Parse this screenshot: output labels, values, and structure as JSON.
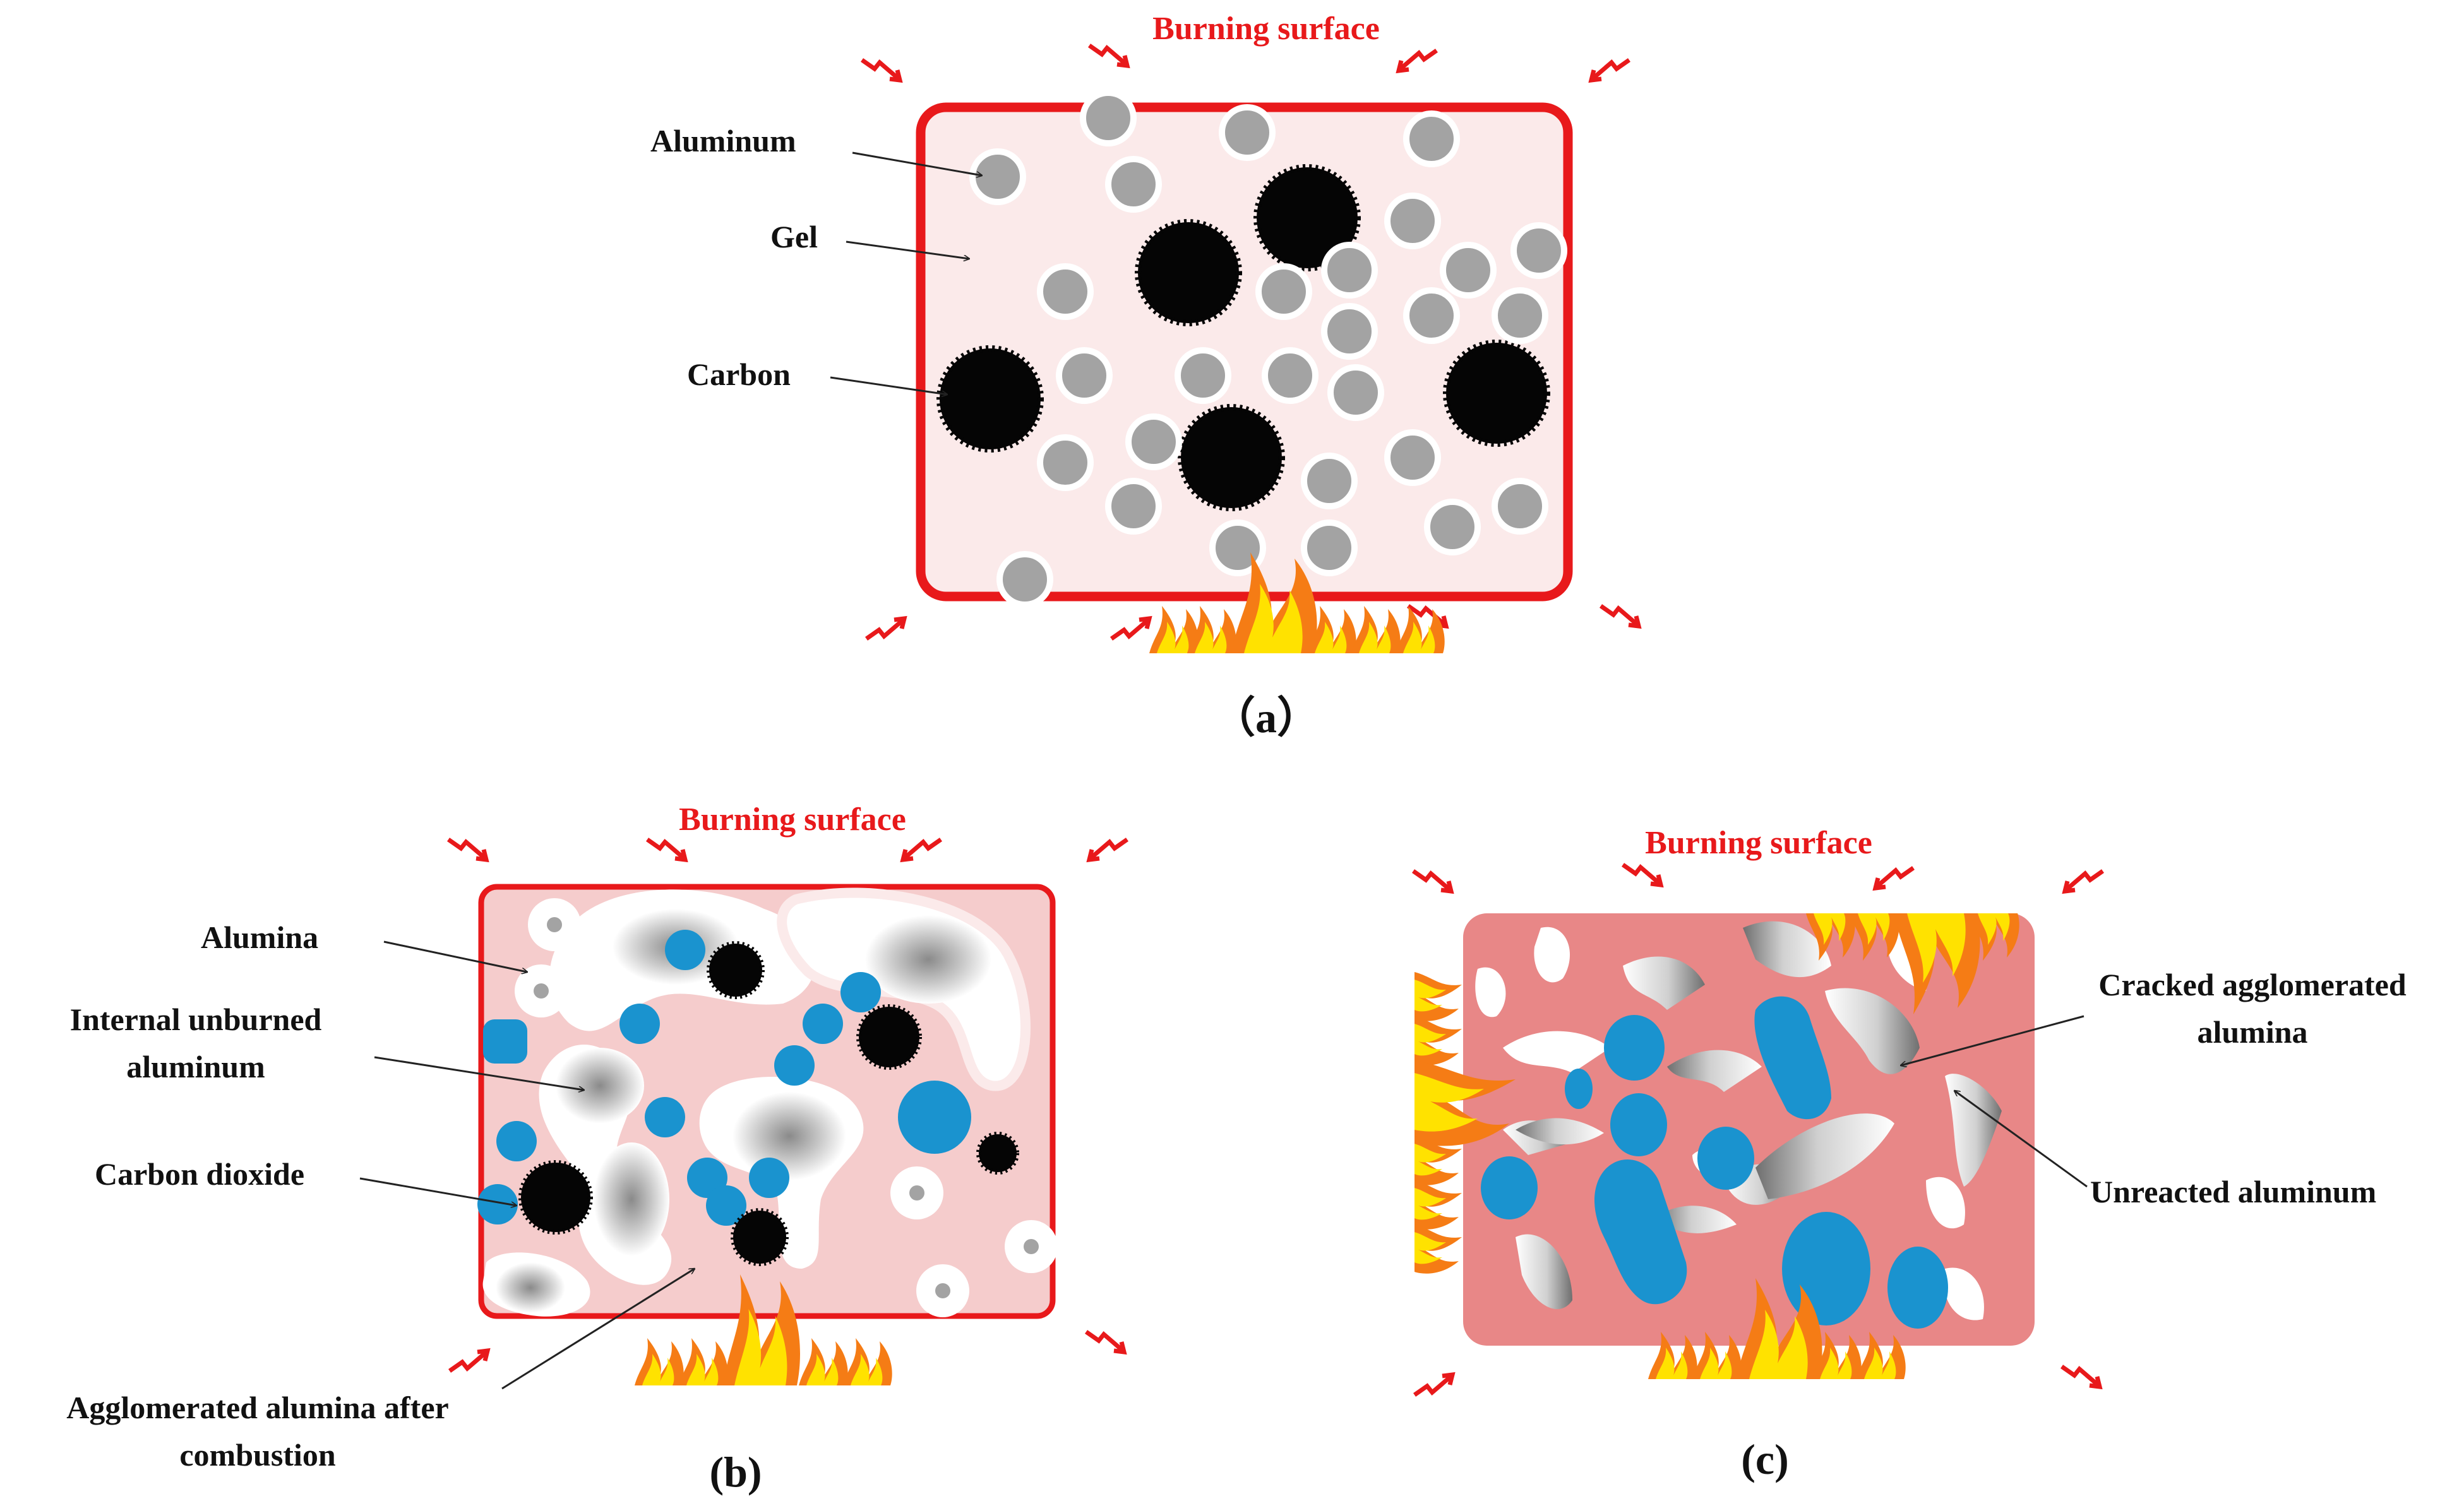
{
  "colors": {
    "frame_red": "#e8191b",
    "gel_a": "#fbeaea",
    "gel_b": "#f5cccc",
    "gel_c": "#e88787",
    "aluminum_gray": "#a3a3a3",
    "carbon_black": "#050505",
    "co2_blue": "#1a93cf",
    "flame_orange": "#f57c15",
    "flame_yellow": "#ffe200"
  },
  "panels": [
    {
      "id": "a",
      "title": "Burning surface",
      "caption": "（a）",
      "labels": [
        {
          "id": "aluminum",
          "text": "Aluminum"
        },
        {
          "id": "gel",
          "text": "Gel"
        },
        {
          "id": "carbon",
          "text": "Carbon"
        }
      ]
    },
    {
      "id": "b",
      "title": "Burning surface",
      "caption": "(b)",
      "labels": [
        {
          "id": "alumina",
          "text": "Alumina"
        },
        {
          "id": "internal-unburned-1",
          "text": "Internal unburned"
        },
        {
          "id": "internal-unburned-2",
          "text": "aluminum"
        },
        {
          "id": "carbon-dioxide",
          "text": "Carbon dioxide"
        },
        {
          "id": "agglomerated-1",
          "text": "Agglomerated alumina after"
        },
        {
          "id": "agglomerated-2",
          "text": "combustion"
        }
      ]
    },
    {
      "id": "c",
      "title": "Burning surface",
      "caption": "(c)",
      "labels": [
        {
          "id": "cracked-1",
          "text": "Cracked agglomerated"
        },
        {
          "id": "cracked-2",
          "text": "alumina"
        },
        {
          "id": "unreacted",
          "text": "Unreacted aluminum"
        }
      ]
    }
  ]
}
